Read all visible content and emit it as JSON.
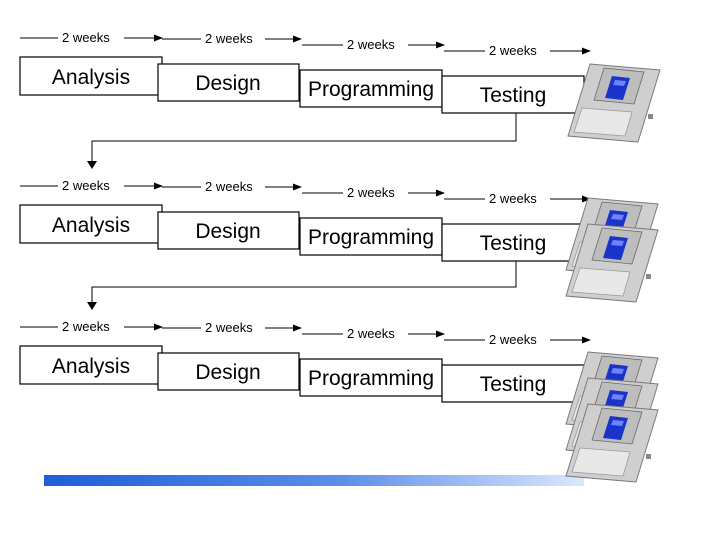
{
  "iterations": [
    {
      "phases": [
        {
          "label": "Analysis",
          "duration": "2 weeks"
        },
        {
          "label": "Design",
          "duration": "2 weeks"
        },
        {
          "label": "Programming",
          "duration": "2 weeks"
        },
        {
          "label": "Testing",
          "duration": "2 weeks"
        }
      ],
      "disk_count": 1
    },
    {
      "phases": [
        {
          "label": "Analysis",
          "duration": "2 weeks"
        },
        {
          "label": "Design",
          "duration": "2 weeks"
        },
        {
          "label": "Programming",
          "duration": "2 weeks"
        },
        {
          "label": "Testing",
          "duration": "2 weeks"
        }
      ],
      "disk_count": 2
    },
    {
      "phases": [
        {
          "label": "Analysis",
          "duration": "2 weeks"
        },
        {
          "label": "Design",
          "duration": "2 weeks"
        },
        {
          "label": "Programming",
          "duration": "2 weeks"
        },
        {
          "label": "Testing",
          "duration": "2 weeks"
        }
      ],
      "disk_count": 3
    }
  ],
  "icons": {
    "release": "floppy-disk-icon"
  },
  "colors": {
    "timeline_start": "#1c5fd8",
    "timeline_end": "#dbe7ff",
    "disk_shutter": "#1a33c8"
  }
}
